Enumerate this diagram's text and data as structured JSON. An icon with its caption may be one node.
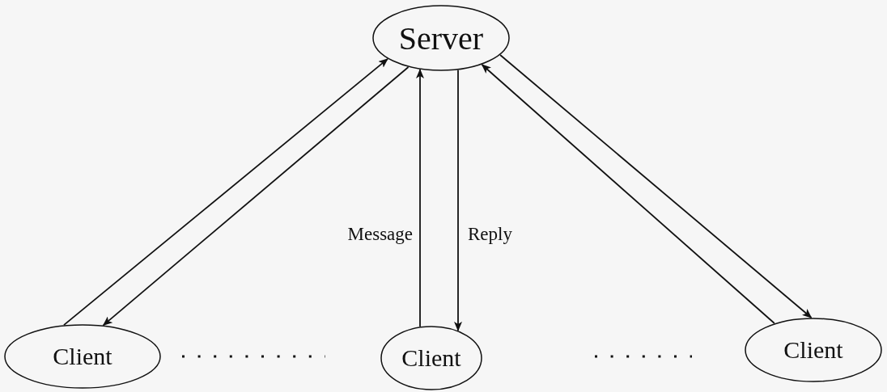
{
  "diagram": {
    "nodes": [
      {
        "text": [
          "Server"
        ]
      },
      {
        "text": [
          "Client"
        ]
      },
      {
        "text": [
          "Client"
        ]
      },
      {
        "text": [
          "Client"
        ]
      }
    ],
    "edges": [
      {
        "from": 1,
        "to": 0,
        "arrow": "to"
      },
      {
        "from": 0,
        "to": 1,
        "arrow": "to"
      },
      {
        "from": 2,
        "to": 0,
        "arrow": "to",
        "label": "Message"
      },
      {
        "from": 0,
        "to": 2,
        "arrow": "to",
        "label": "Reply"
      },
      {
        "from": 3,
        "to": 0,
        "arrow": "to"
      },
      {
        "from": 0,
        "to": 3,
        "arrow": "to"
      }
    ]
  }
}
